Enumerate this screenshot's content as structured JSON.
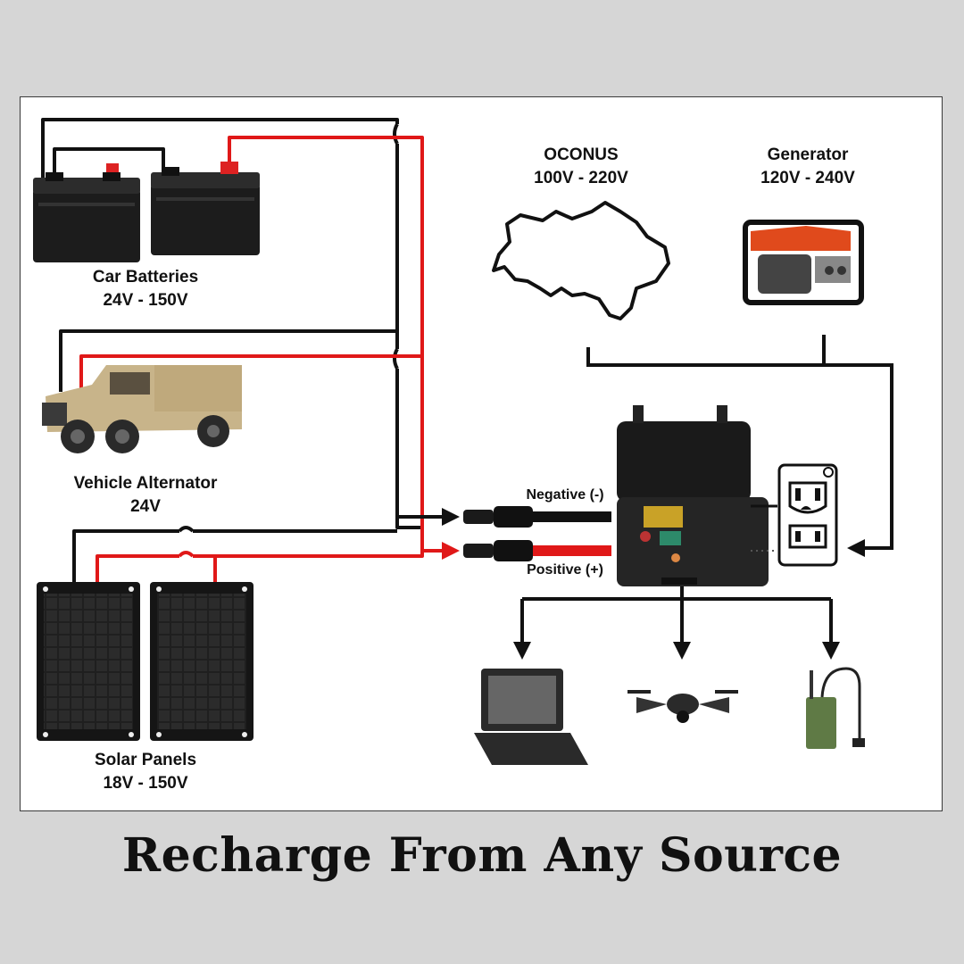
{
  "sources": {
    "car_batteries": {
      "name": "Car Batteries",
      "voltage": "24V - 150V"
    },
    "vehicle_alternator": {
      "name": "Vehicle Alternator",
      "voltage": "24V"
    },
    "solar_panels": {
      "name": "Solar Panels",
      "voltage": "18V - 150V"
    },
    "oconus": {
      "name": "OCONUS",
      "voltage": "100V - 220V"
    },
    "generator": {
      "name": "Generator",
      "voltage": "120V - 240V"
    }
  },
  "connectors": {
    "negative": "Negative (-)",
    "positive": "Positive (+)"
  },
  "wire_colors": {
    "positive": "#e01818",
    "negative": "#111111"
  },
  "devices": [
    "laptop",
    "drone",
    "radio"
  ],
  "footer": {
    "title": "Recharge From Any Source"
  }
}
